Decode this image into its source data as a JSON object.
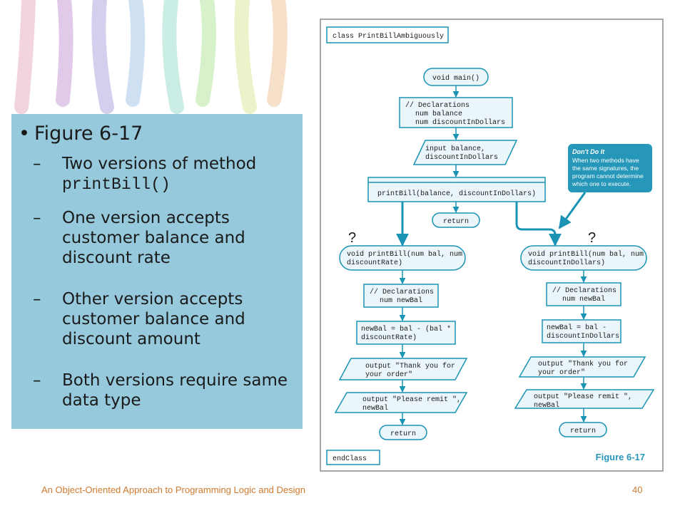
{
  "slide": {
    "bullet_title": "Figure 6-17",
    "subpoints": [
      {
        "text": "Two versions of method",
        "code": "printBill()"
      },
      {
        "text": "One version accepts customer balance and discount rate"
      },
      {
        "text": "Other version accepts customer balance and discount amount"
      },
      {
        "text": "Both versions require same data type"
      }
    ]
  },
  "diagram": {
    "class_header": "class PrintBillAmbiguously",
    "main_terminal": "void main()",
    "declarations": [
      "// Declarations",
      "num balance",
      "num discountInDollars"
    ],
    "input": [
      "input balance,",
      "discountInDollars"
    ],
    "call": "printBill(balance, discountInDollars)",
    "return": "return",
    "question_mark": "?",
    "left": {
      "header": [
        "void printBill(num bal, num",
        "discountRate)"
      ],
      "declarations": [
        "// Declarations",
        "num newBal"
      ],
      "calc": [
        "newBal = bal - (bal *",
        "discountRate)"
      ],
      "output1": [
        "output \"Thank you for",
        "your order\""
      ],
      "output2": [
        "output \"Please remit \",",
        "newBal"
      ],
      "return": "return"
    },
    "right": {
      "header": [
        "void printBill(num bal, num",
        "discountInDollars)"
      ],
      "declarations": [
        "// Declarations",
        "num newBal"
      ],
      "calc": [
        "newBal = bal -",
        "discountInDollars"
      ],
      "output1": [
        "output \"Thank you for",
        "your order\""
      ],
      "output2": [
        "output \"Please remit \",",
        "newBal"
      ],
      "return": "return"
    },
    "callout": {
      "title": "Don't Do It",
      "lines": [
        "When two methods have",
        "the same signatures, the",
        "program cannot determine",
        "which one to execute."
      ]
    },
    "end_class": "endClass",
    "figure_label": "Figure 6-17"
  },
  "footer": {
    "title": "An Object-Oriented Approach to Programming Logic and Design",
    "page": "40"
  },
  "colors": {
    "box_stroke": "#1a93b5",
    "box_fill": "#eaf6fa",
    "callout": "#2697b9",
    "bullet_panel": "#96c9dc",
    "footer": "#d07a2e"
  }
}
